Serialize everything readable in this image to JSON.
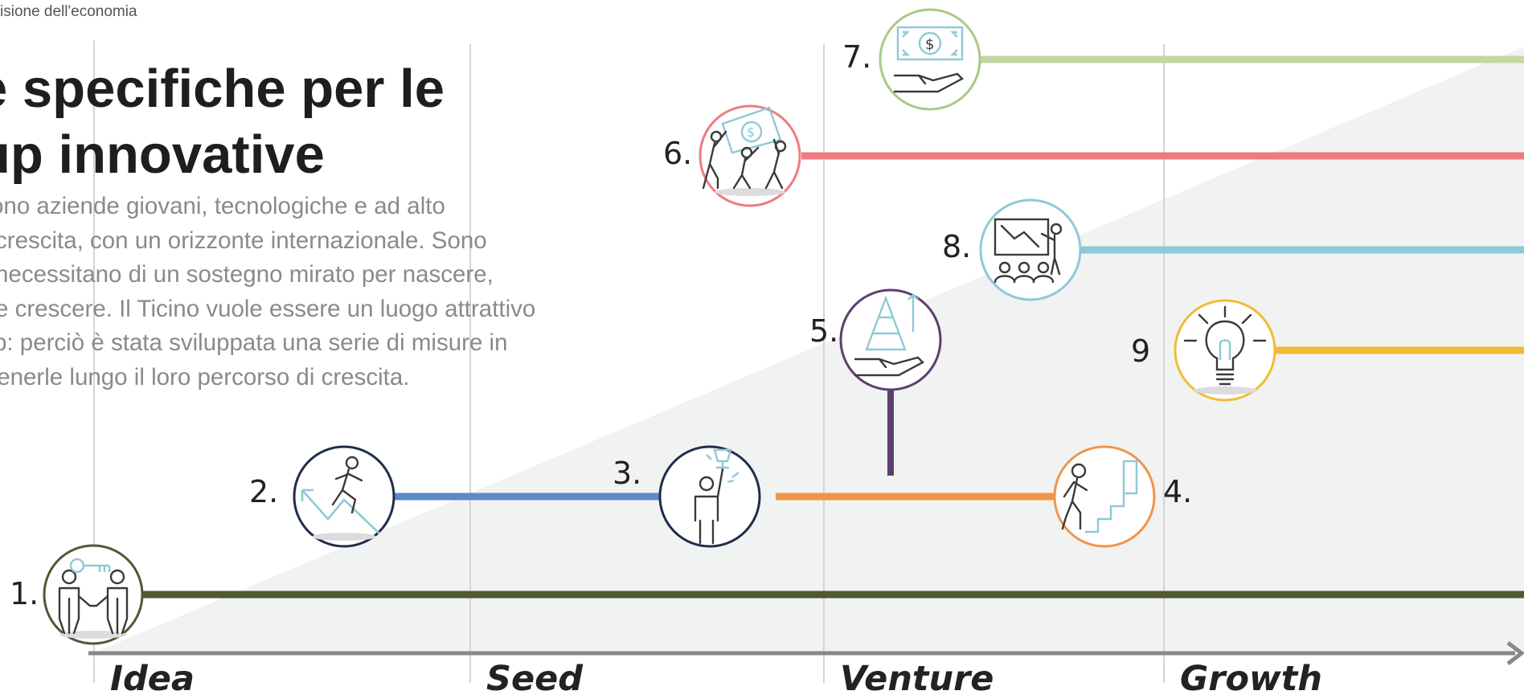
{
  "header": {
    "breadcrumb": "isione dell'economia",
    "title_line1": "e specifiche per le",
    "title_line2": "up innovative",
    "description": [
      "ono aziende giovani, tecnologiche e ad alto",
      "crescita, con un orizzonte internazionale. Sono",
      "necessitano di un sostegno mirato per nascere,",
      "e crescere. Il Ticino vuole essere un luogo attrattivo",
      "p: perciò è stata sviluppata una serie di misure in",
      "tenerle lungo il loro percorso di crescita."
    ]
  },
  "phases": [
    "Idea",
    "Seed",
    "Venture",
    "Growth"
  ],
  "measures": [
    {
      "label": "1.",
      "icon": "handshake-key-icon",
      "color": "#4f5934"
    },
    {
      "label": "2.",
      "icon": "running-growth-chart-icon",
      "color": "#1f2d4a"
    },
    {
      "label": "3.",
      "icon": "trophy-winner-icon",
      "color": "#1f2d4a"
    },
    {
      "label": "4.",
      "icon": "climbing-stairs-icon",
      "color": "#f0954a"
    },
    {
      "label": "5.",
      "icon": "pyramid-in-hand-icon",
      "color": "#5c3f6e"
    },
    {
      "label": "6.",
      "icon": "team-carrying-money-icon",
      "color": "#ee7b81"
    },
    {
      "label": "7.",
      "icon": "money-in-hand-icon",
      "color": "#a9c98a"
    },
    {
      "label": "8.",
      "icon": "presentation-audience-icon",
      "color": "#8ec9d8"
    },
    {
      "label": "9",
      "icon": "lightbulb-head-icon",
      "color": "#f2bb34"
    }
  ],
  "colors": {
    "bar_blue": "#5b8ac9",
    "bar_orange": "#f0954a",
    "bar_olive": "#4f5934",
    "bar_red": "#ee7b81",
    "bar_green": "#c3d8a0",
    "bar_teal": "#8ec9d8",
    "bar_yellow": "#f2bb34",
    "bar_purple": "#5c3f6e",
    "icon_accent": "#8ec9d8",
    "area": "#f1f2f2",
    "axis": "#888888"
  }
}
